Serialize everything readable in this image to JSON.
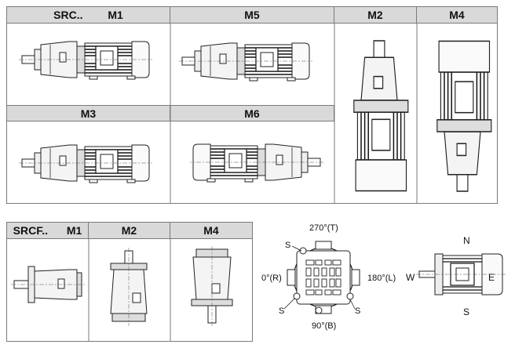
{
  "src_table": {
    "row1": {
      "m1_series": "SRC..",
      "m1_label": "M1",
      "m5_label": "M5",
      "m2_label": "M2",
      "m4_label": "M4"
    },
    "row2": {
      "m3_label": "M3",
      "m6_label": "M6"
    }
  },
  "srcf_table": {
    "m1_series": "SRCF..",
    "m1_label": "M1",
    "m2_label": "M2",
    "m4_label": "M4"
  },
  "terminal_box_diagram": {
    "top": "270°(T)",
    "left": "0°(R)",
    "right": "180°(L)",
    "bottom": "90°(B)",
    "s_marker": "S"
  },
  "cable_entry_diagram": {
    "north": "N",
    "south": "S",
    "east": "E",
    "west": "W"
  }
}
